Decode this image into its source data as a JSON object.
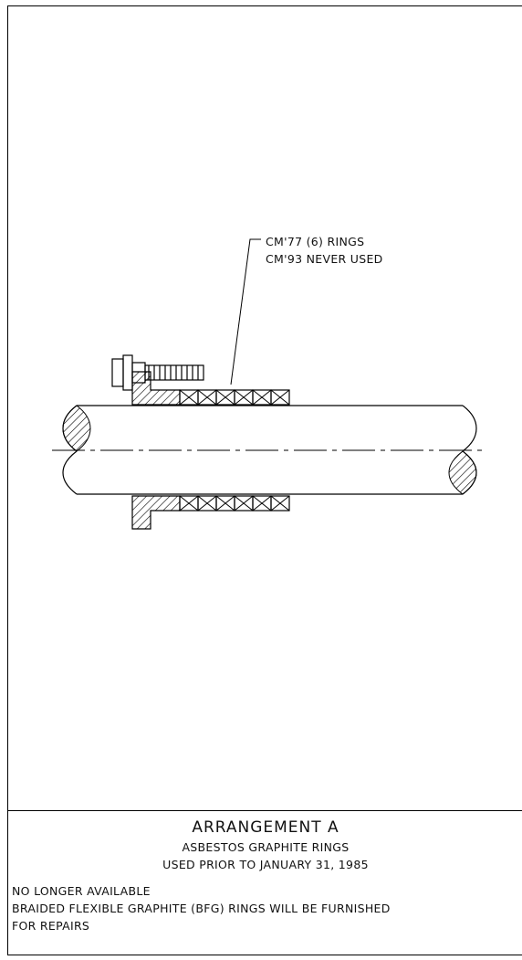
{
  "callout": {
    "line1": "CM'77 (6) RINGS",
    "line2": "CM'93 NEVER USED"
  },
  "caption": {
    "title": "ARRANGEMENT  A",
    "subtitle1": "ASBESTOS GRAPHITE RINGS",
    "subtitle2": "USED PRIOR TO JANUARY 31, 1985",
    "notes": [
      "NO LONGER AVAILABLE",
      "BRAIDED FLEXIBLE GRAPHITE (BFG) RINGS WILL BE FURNISHED",
      "FOR REPAIRS"
    ]
  },
  "drawing": {
    "ring_count_top": 6,
    "ring_count_bottom": 6
  }
}
